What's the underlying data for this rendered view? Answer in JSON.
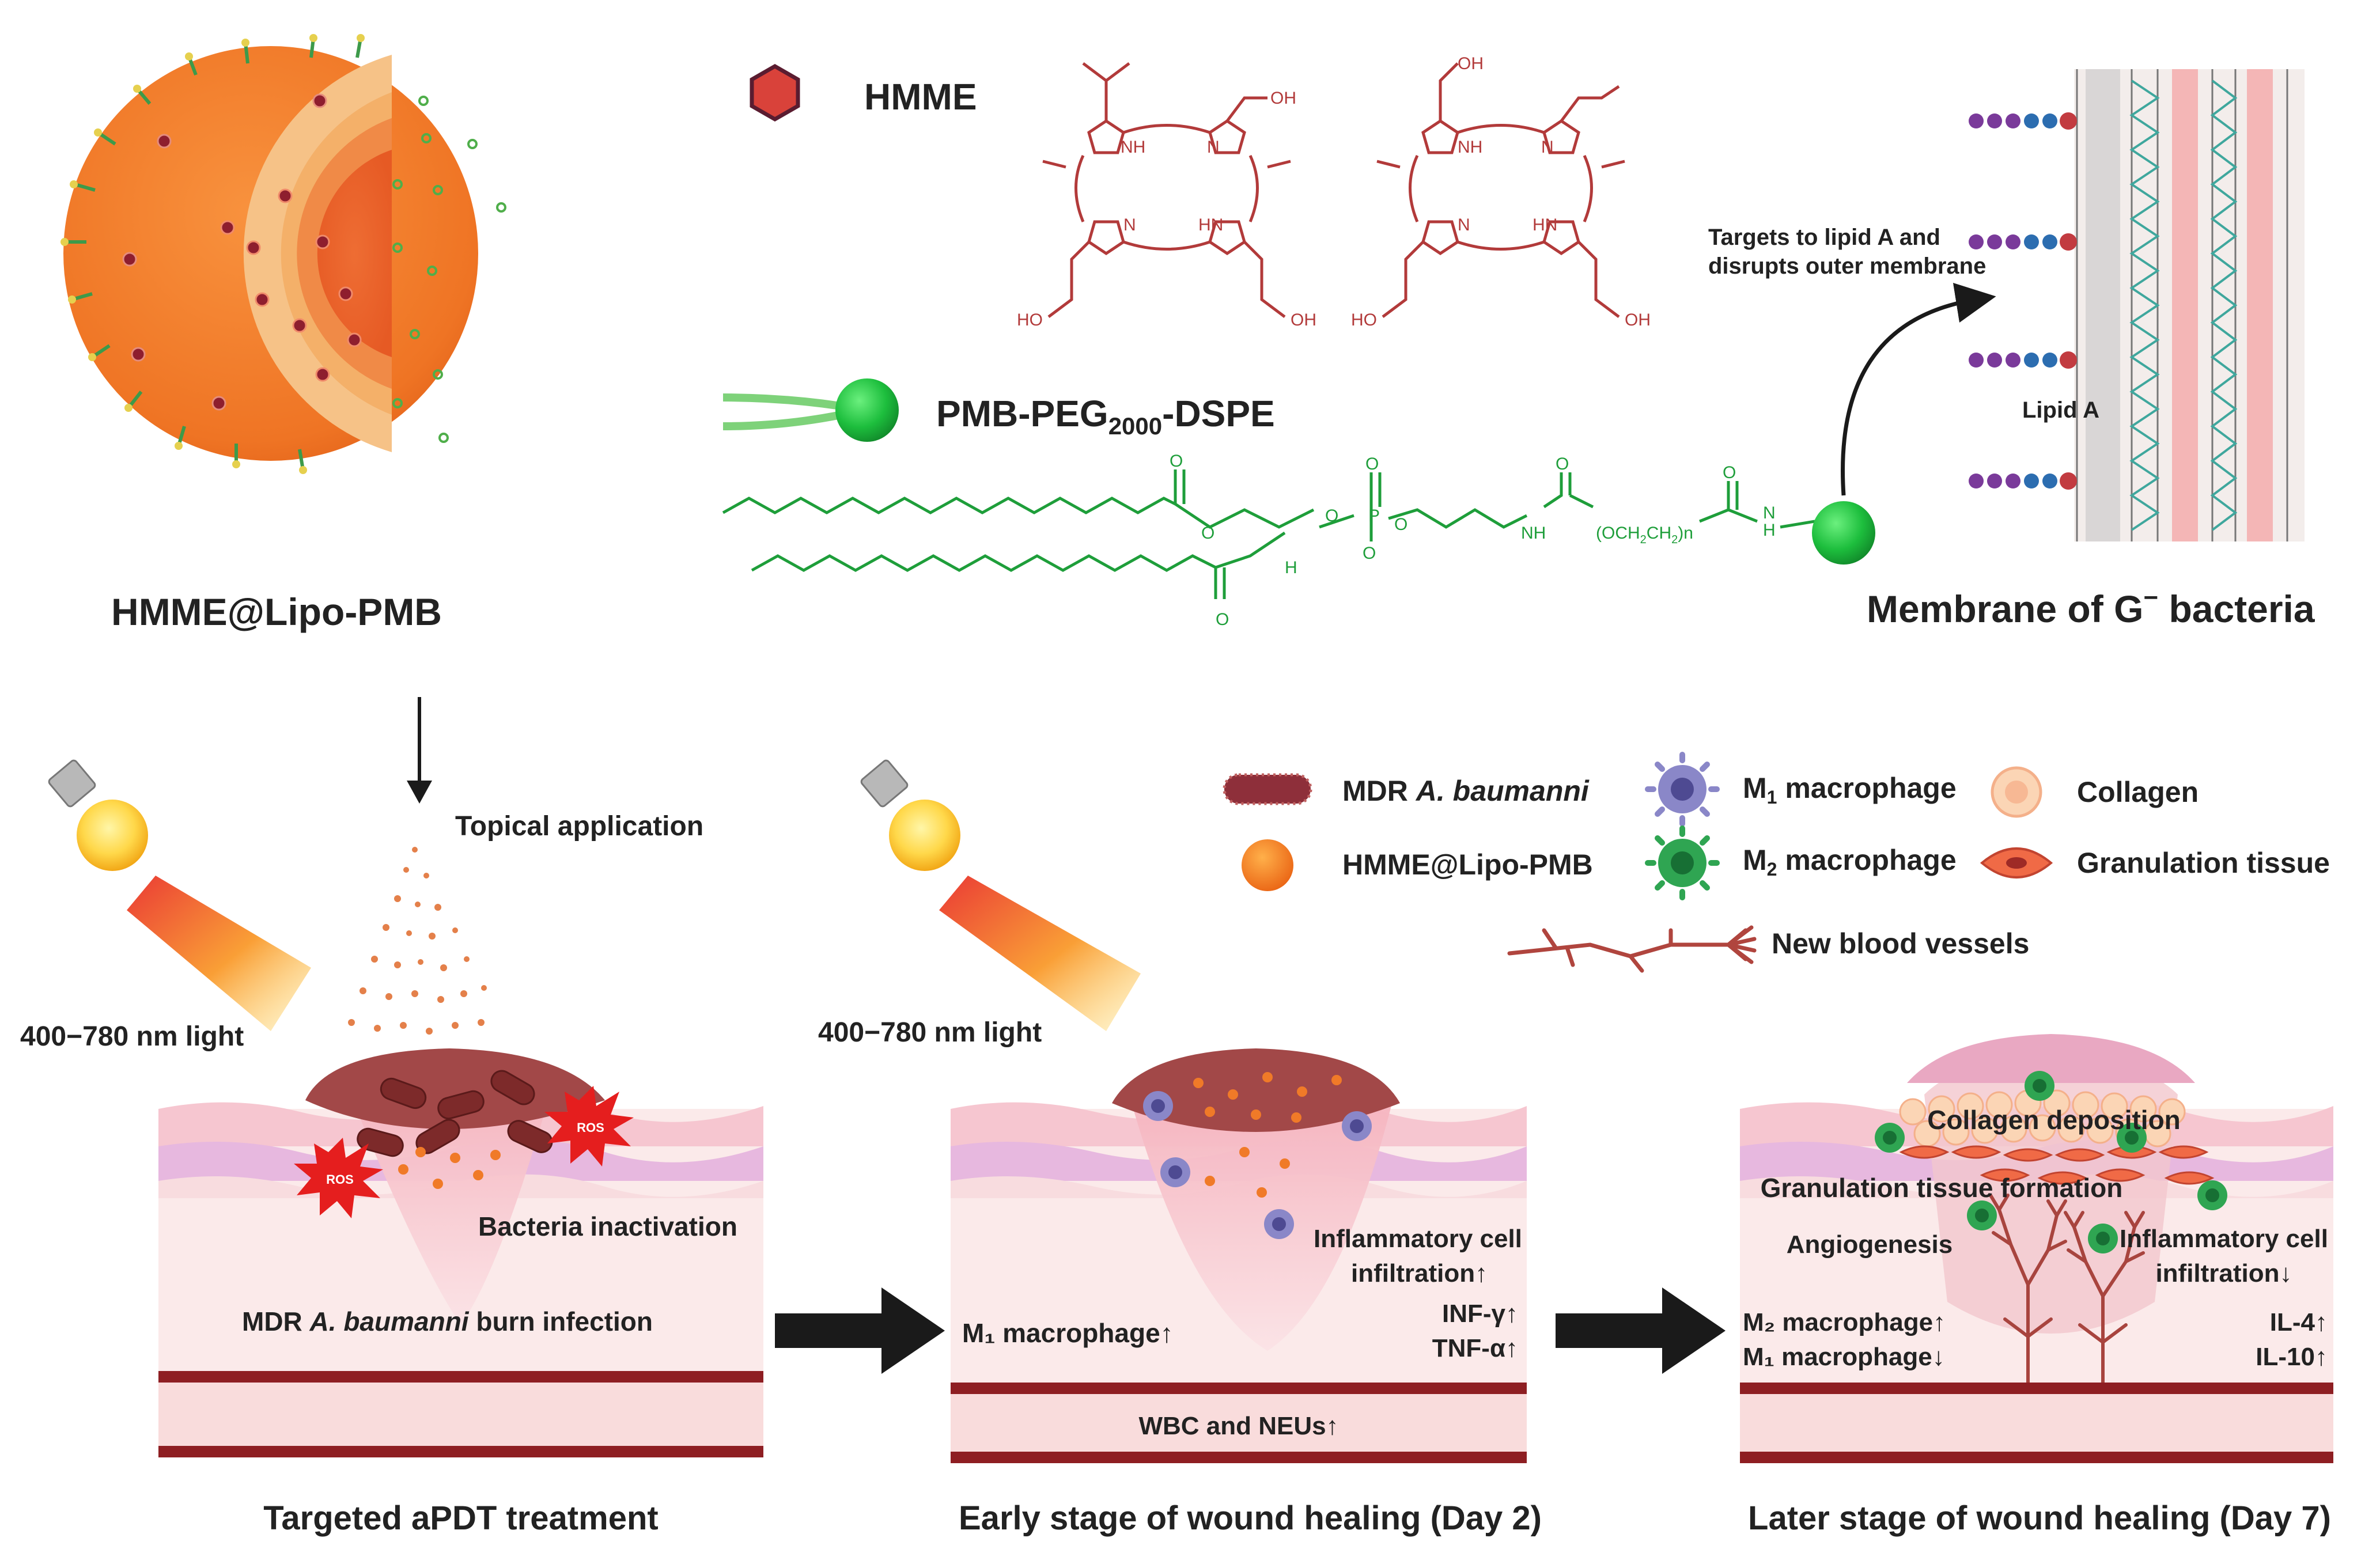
{
  "top": {
    "liposome_caption": "HMME@Lipo-PMB",
    "hmme_label": "HMME",
    "pmb_label_main": "PMB-PEG",
    "pmb_label_sub": "2000",
    "pmb_label_end": "-DSPE",
    "arrow_note_line1": "Targets to lipid A and",
    "arrow_note_line2": "disrupts outer membrane",
    "lipid_a_label": "Lipid A",
    "membrane_caption_main": "Membrane of G",
    "membrane_caption_sup": "−",
    "membrane_caption_end": " bacteria",
    "chem_labels": {
      "oh": "OH",
      "ho": "HO",
      "nh": "NH",
      "hn": "HN",
      "n": "N",
      "h": "H",
      "o": "O",
      "p": "P",
      "peg": "(OCH",
      "peg_sub": "2",
      "peg_mid": "CH",
      "peg_end": ")n"
    }
  },
  "topical_label": "Topical application",
  "light_label_1": "400−780 nm light",
  "light_label_2": "400−780 nm light",
  "legend": {
    "mdr_prefix": "MDR ",
    "mdr_italic": "A. baumanni",
    "hmme_lipo": "HMME@Lipo-PMB",
    "m1_main": "M",
    "m1_sub": "1",
    "m1_end": " macrophage",
    "m2_main": "M",
    "m2_sub": "2",
    "m2_end": " macrophage",
    "collagen": "Collagen",
    "granulation": "Granulation tissue",
    "vessels": "New blood vessels"
  },
  "panel1": {
    "ros": "ROS",
    "bacteria_inactivation": "Bacteria inactivation",
    "infection_prefix": "MDR ",
    "infection_italic": "A. baumanni",
    "infection_end": " burn infection",
    "caption": "Targeted aPDT treatment"
  },
  "panel2": {
    "inflammatory_line1": "Inflammatory cell",
    "inflammatory_line2": "infiltration↑",
    "m1": "M₁ macrophage↑",
    "inf": "INF-γ↑",
    "tnf": "TNF-α↑",
    "wbc": "WBC and NEUs↑",
    "caption": "Early stage of wound healing (Day 2)"
  },
  "panel3": {
    "collagen_deposition": "Collagen deposition",
    "granulation_formation": "Granulation tissue formation",
    "angiogenesis": "Angiogenesis",
    "inflammatory_line1": "Inflammatory cell",
    "inflammatory_line2": "infiltration↓",
    "m2": "M₂ macrophage↑",
    "m1": "M₁ macrophage↓",
    "il4": "IL-4↑",
    "il10": "IL-10↑",
    "caption": "Later stage of wound healing (Day 7)"
  },
  "colors": {
    "orange": "#F07A28",
    "chem_red": "#B23A3A",
    "chem_green": "#1E9E3A",
    "skin_pink": "#F7D6DA",
    "scab": "#A24848",
    "arrow_black": "#1a1a1a"
  }
}
